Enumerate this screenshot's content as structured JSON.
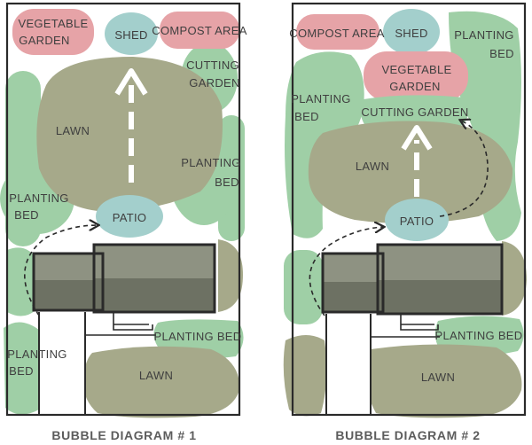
{
  "diagrams": [
    {
      "caption": "BUBBLE DIAGRAM # 1",
      "labels": {
        "vegetable_garden": [
          "VEGETABLE",
          "GARDEN"
        ],
        "shed": "SHED",
        "compost_area": "COMPOST AREA",
        "cutting_garden": [
          "CUTTING",
          "GARDEN"
        ],
        "lawn_top": "LAWN",
        "planting_bed_right": [
          "PLANTING",
          "BED"
        ],
        "planting_bed_left": [
          "PLANTING",
          "BED"
        ],
        "patio": "PATIO",
        "planting_bed_mid": "PLANTING BED",
        "planting_bed_bottom_left": [
          "PLANTING",
          "BED"
        ],
        "lawn_bottom": "LAWN"
      }
    },
    {
      "caption": "BUBBLE DIAGRAM # 2",
      "labels": {
        "compost_area": "COMPOST AREA",
        "shed": "SHED",
        "planting_bed_top_right": [
          "PLANTING",
          "BED"
        ],
        "vegetable_garden": [
          "VEGETABLE",
          "GARDEN"
        ],
        "planting_bed_left": [
          "PLANTING",
          "BED"
        ],
        "cutting_garden": "CUTTING GARDEN",
        "lawn_top": "LAWN",
        "patio": "PATIO",
        "planting_bed_mid": "PLANTING BED",
        "lawn_bottom": "LAWN"
      }
    }
  ],
  "colors": {
    "lawn": "#a6a98a",
    "planting": "#9fcfa6",
    "vegetable": "#e6a3a7",
    "shed": "#a3cfcc",
    "house_light": "#8e9282",
    "house_dark": "#6d7163",
    "outline": "#2a2a2a"
  }
}
